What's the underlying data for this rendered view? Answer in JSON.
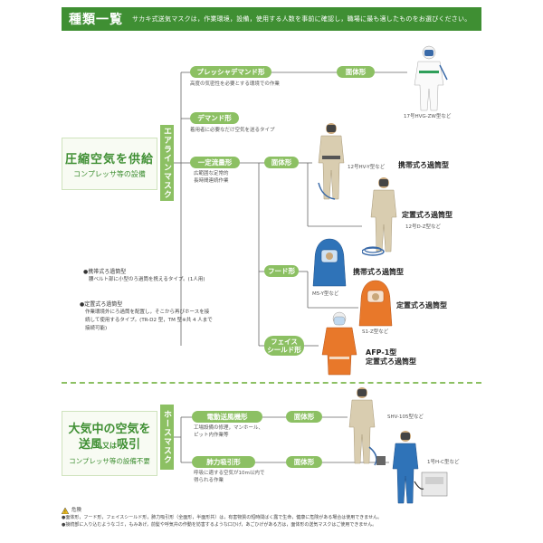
{
  "header": {
    "title": "種類一覧",
    "subtitle": "サカキ式送気マスクは，作業環境，設備，使用する人数を事前に確認し，職場に最も適したものをお選びください。"
  },
  "section_compressed": {
    "title": "圧縮空気を供給",
    "subtitle": "コンプレッサ等の設備",
    "category": "エアラインマスク"
  },
  "section_atmospheric": {
    "title_line1": "大気中の空気を",
    "title_line2_a": "送風",
    "title_line2_small": "又は",
    "title_line2_b": "吸引",
    "subtitle": "コンプレッサ等の設備不要",
    "category": "ホースマスク"
  },
  "branches": {
    "pressure_demand": {
      "label": "プレッシャデマンド形",
      "desc": "高度の気密性を必要とする環境での作業"
    },
    "demand": {
      "label": "デマンド形",
      "desc": "着用者に必要なだけ空気を送るタイプ"
    },
    "constant_flow": {
      "label": "一定流量形",
      "desc_line1": "広範囲な定常的",
      "desc_line2": "長時間連続作業"
    },
    "hood": {
      "label": "フード形"
    },
    "face_shield": {
      "label_line1": "フェイス",
      "label_line2": "シールド形"
    },
    "electric_blower": {
      "label": "電動送風機形",
      "desc_line1": "工場設備の修理，マンホール、",
      "desc_line2": "ピット内作業等"
    },
    "lung_suction": {
      "label": "肺力吸引形",
      "desc_line1": "呼吸に適する空気が10m以内で",
      "desc_line2": "得られる作業"
    }
  },
  "body_type_label": "面体形",
  "products": {
    "pd": {
      "caption": "17号HVG-ZW型など"
    },
    "hvy": {
      "caption": "12号HV-Y型など",
      "type": "携帯式ろ過筒型"
    },
    "dz": {
      "caption": "12号D-Z型など",
      "type": "定置式ろ過筒型"
    },
    "m5y": {
      "caption": "M5-Y型など",
      "type": "携帯式ろ過筒型"
    },
    "s1z": {
      "caption": "S1-Z型など",
      "type": "定置式ろ過筒型"
    },
    "afp": {
      "type_line1": "AFP-1型",
      "type_line2": "定置式ろ過筒型"
    },
    "shv": {
      "caption": "SHV-105型など"
    },
    "hc": {
      "caption": "1号H-C型など"
    }
  },
  "notes": {
    "portable": {
      "head": "●携帯式ろ過筒型",
      "body": "腰ベルト部に小型のろ過筒を携えるタイプ。(1人用)"
    },
    "stationary": {
      "head": "●定置式ろ過筒型",
      "body_line1": "作業環境外にろ過筒を配置し，そこから再びホースを接",
      "body_line2": "続して使用するタイプ。(TR-D2 型，TM 型※共 4 人まで",
      "body_line3": "接続可能)"
    }
  },
  "warning": {
    "head": "危険",
    "line1": "●面体形，フード形，フェイスシールド形，肺力吸引形（全面形，半面形共）は，有害物質の短時間ばく露で生命，健康に危険がある場合は使用できません。",
    "line2": "●接続部に入り込むようなゴミ，もみあげ，前髪や呼気弁の作動を妨害するような口ひげ，あごひげがある方は，面体形の送気マスクはご使用できません。"
  },
  "colors": {
    "brand_green": "#3f8f33",
    "pill_green": "#8cc063",
    "suit_khaki": "#d9cdb0",
    "hood_blue": "#2f73b8",
    "orange": "#e8782a"
  }
}
